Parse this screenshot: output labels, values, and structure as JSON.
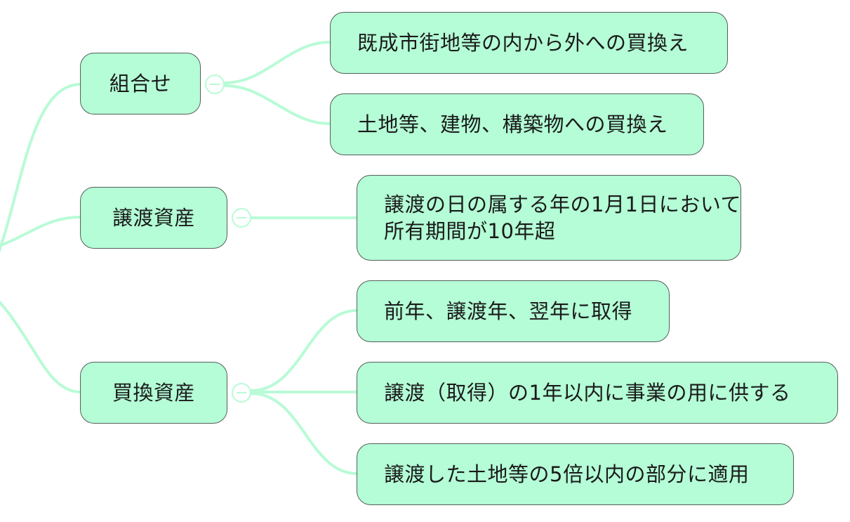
{
  "mindmap": {
    "branches": [
      {
        "label": "組合せ",
        "children": [
          {
            "lines": [
              "既成市街地等の内から外への買換え"
            ]
          },
          {
            "lines": [
              "土地等、建物、構築物への買換え"
            ]
          }
        ]
      },
      {
        "label": "譲渡資産",
        "children": [
          {
            "lines": [
              "譲渡の日の属する年の1月1日において",
              "所有期間が10年超"
            ]
          }
        ]
      },
      {
        "label": "買換資産",
        "children": [
          {
            "lines": [
              "前年、譲渡年、翌年に取得"
            ]
          },
          {
            "lines": [
              "譲渡（取得）の1年以内に事業の用に供する"
            ]
          },
          {
            "lines": [
              "譲渡した土地等の5倍以内の部分に適用"
            ]
          }
        ]
      }
    ],
    "colors": {
      "node_fill": "#b4fdd6",
      "node_border": "#555e59",
      "connector": "#b8fbd6",
      "text": "#1a1a1a"
    }
  }
}
